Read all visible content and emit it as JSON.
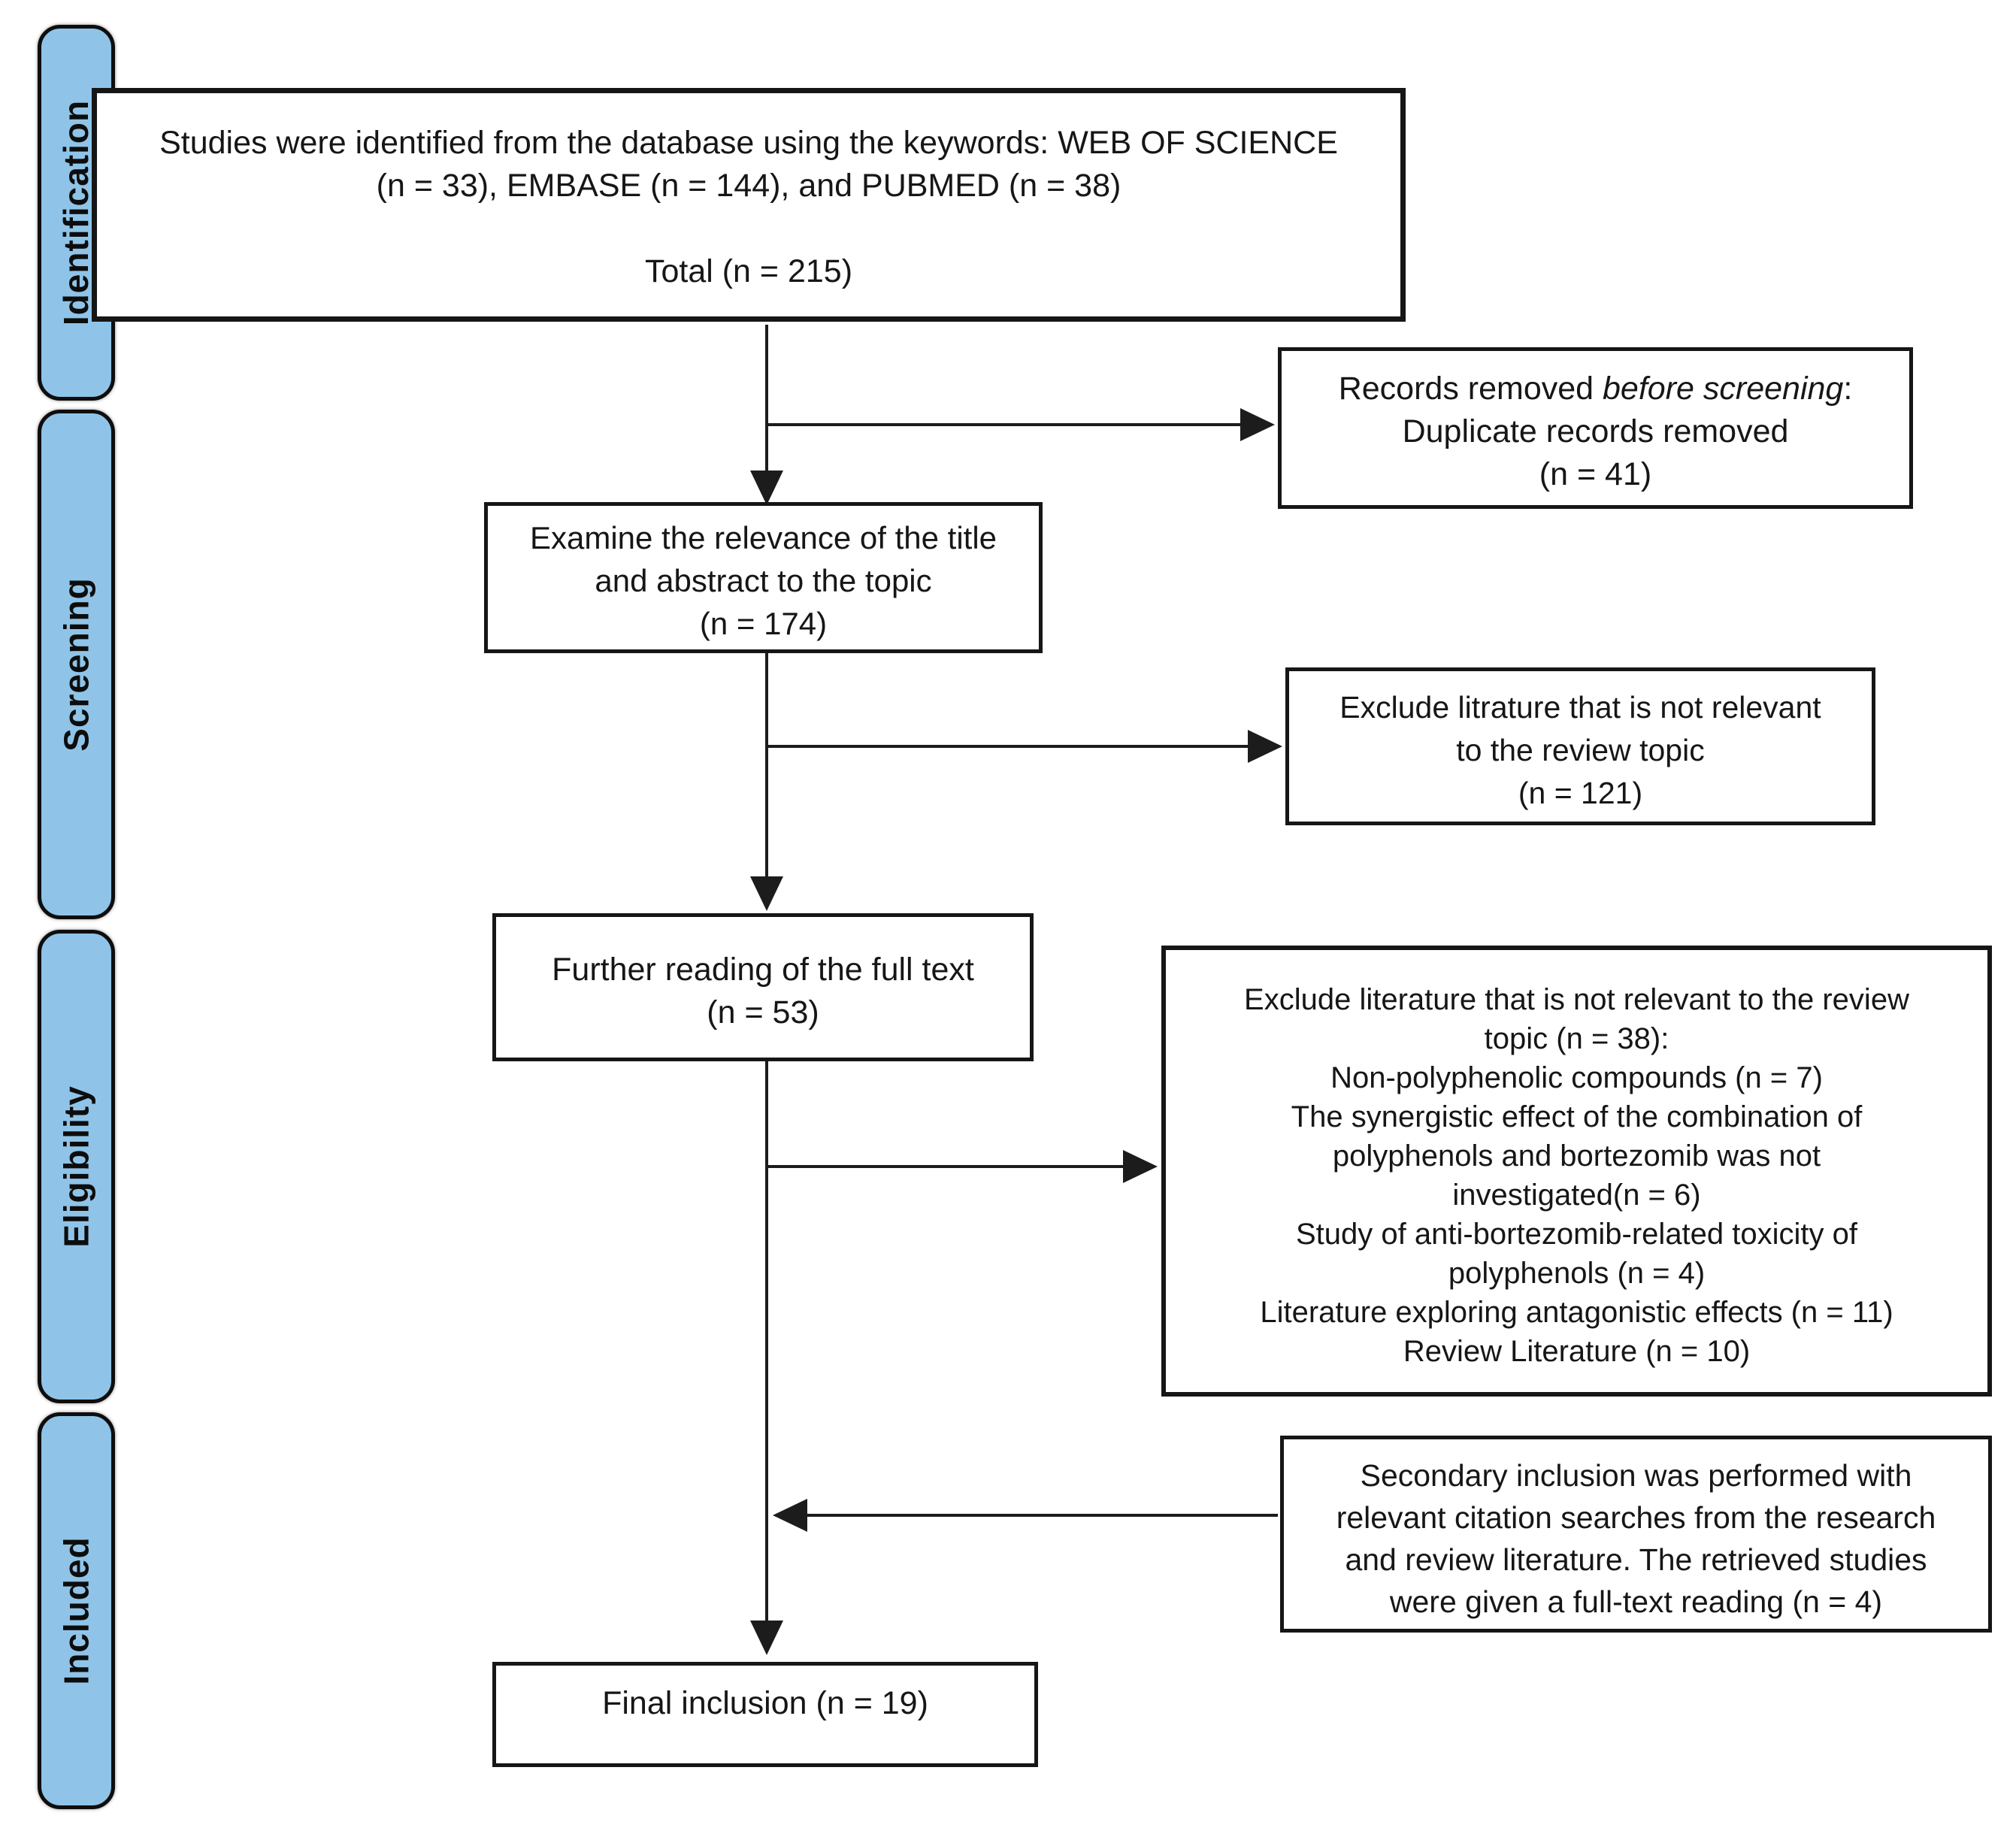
{
  "diagram": {
    "accent_color": "#8FC4E8",
    "line_color": "#1c1c1c"
  },
  "sidebar": {
    "items": [
      {
        "label": "Identification"
      },
      {
        "label": "Screening"
      },
      {
        "label": "Eligibility"
      },
      {
        "label": "Included"
      }
    ]
  },
  "boxes": {
    "identification_sources": {
      "text": "Studies were identified from the database using the keywords: WEB OF SCIENCE\n(n = 33), EMBASE (n = 144), and PUBMED (n = 38)\n\nTotal (n = 215)"
    },
    "records_removed": {
      "line1_pre": "Records removed ",
      "line1_italic": "before screening",
      "line1_post": ":",
      "line2": "Duplicate records removed",
      "line3": "(n = 41)"
    },
    "title_abstract_screen": {
      "text": "Examine the relevance of the title\nand abstract to the topic\n(n = 174)"
    },
    "exclude_screening": {
      "text": "Exclude litrature that is not relevant\nto the review topic\n(n = 121)"
    },
    "full_text_reading": {
      "text": "Further reading of the full text\n(n = 53)"
    },
    "exclude_eligibility": {
      "text": "Exclude literature that is not relevant to the review\ntopic (n = 38):\nNon-polyphenolic compounds (n = 7)\nThe synergistic effect of the combination of\npolyphenols and bortezomib was not\ninvestigated(n = 6)\nStudy of anti-bortezomib-related toxicity of\npolyphenols (n = 4)\nLiterature exploring antagonistic effects (n = 11)\nReview Literature (n = 10)"
    },
    "secondary_inclusion": {
      "text": "Secondary inclusion was performed with\nrelevant citation searches from the research\nand review literature. The retrieved studies\nwere given a full-text reading (n = 4)"
    },
    "final_inclusion": {
      "text": "Final inclusion (n = 19)"
    }
  }
}
